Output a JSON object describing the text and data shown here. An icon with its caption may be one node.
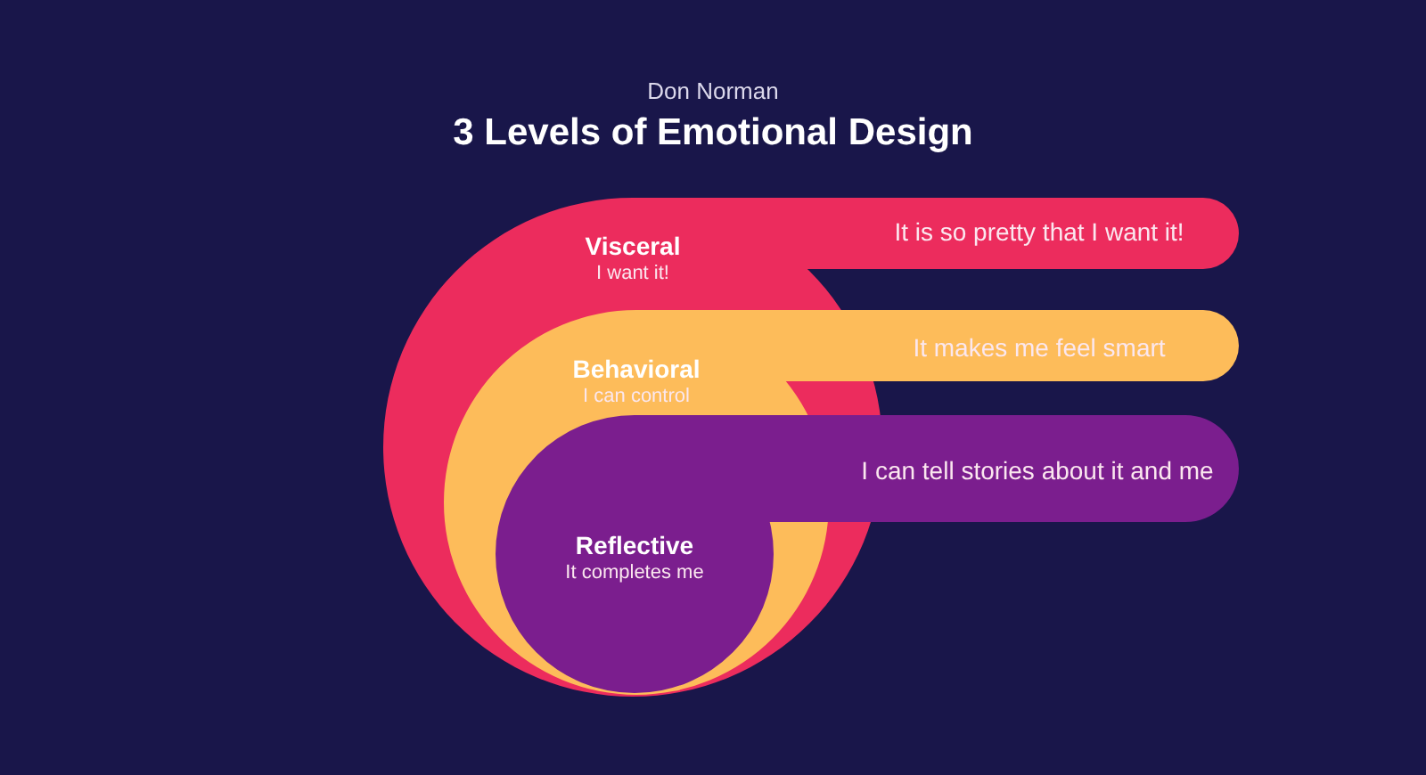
{
  "diagram": {
    "title": "3 Levels of Emotional Design",
    "nodes": [
      {
        "text": [
          "Visceral",
          "I want it!",
          "It is so pretty that I want it!"
        ]
      },
      {
        "text": [
          "Behavioral",
          "I can control",
          "It makes me feel smart"
        ],
        "in": 0
      },
      {
        "text": [
          "Reflective",
          "It completes me",
          "I can tell stories about it and me"
        ],
        "in": 1
      }
    ],
    "labels": [
      "Don Norman"
    ]
  }
}
